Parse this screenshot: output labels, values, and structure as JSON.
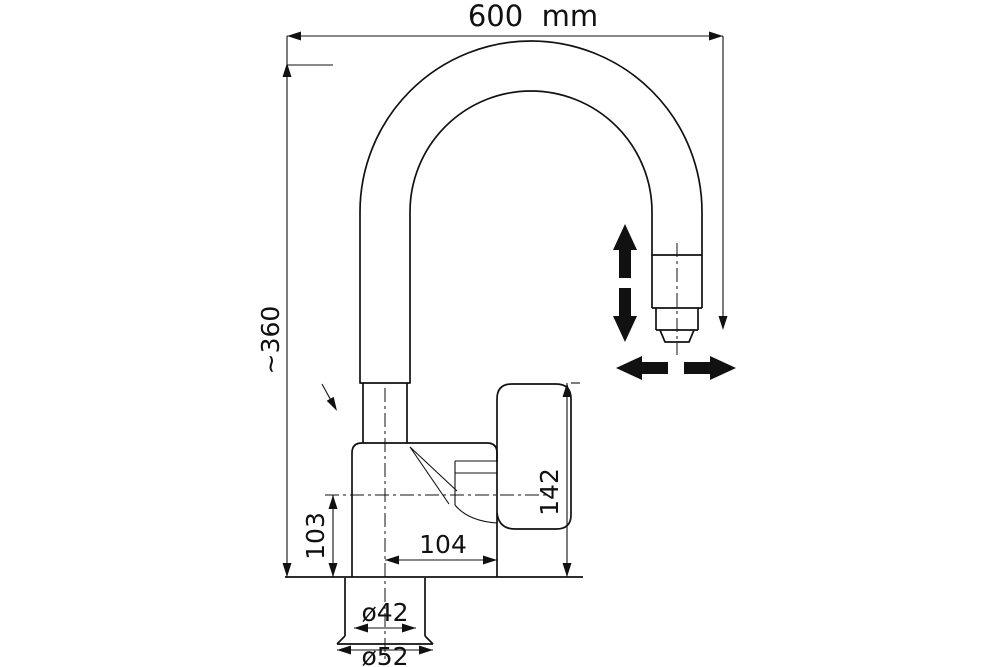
{
  "drawing": {
    "dimensions": {
      "width_top": "600  mm",
      "height_overall": "~360",
      "base_to_spout_axis": "103",
      "handle_height": "142",
      "body_width": "104",
      "diameter_inner": "ø42",
      "diameter_outer": "ø52"
    },
    "colors": {
      "line": "#111111",
      "background": "#ffffff",
      "hatch": "#444444"
    }
  }
}
